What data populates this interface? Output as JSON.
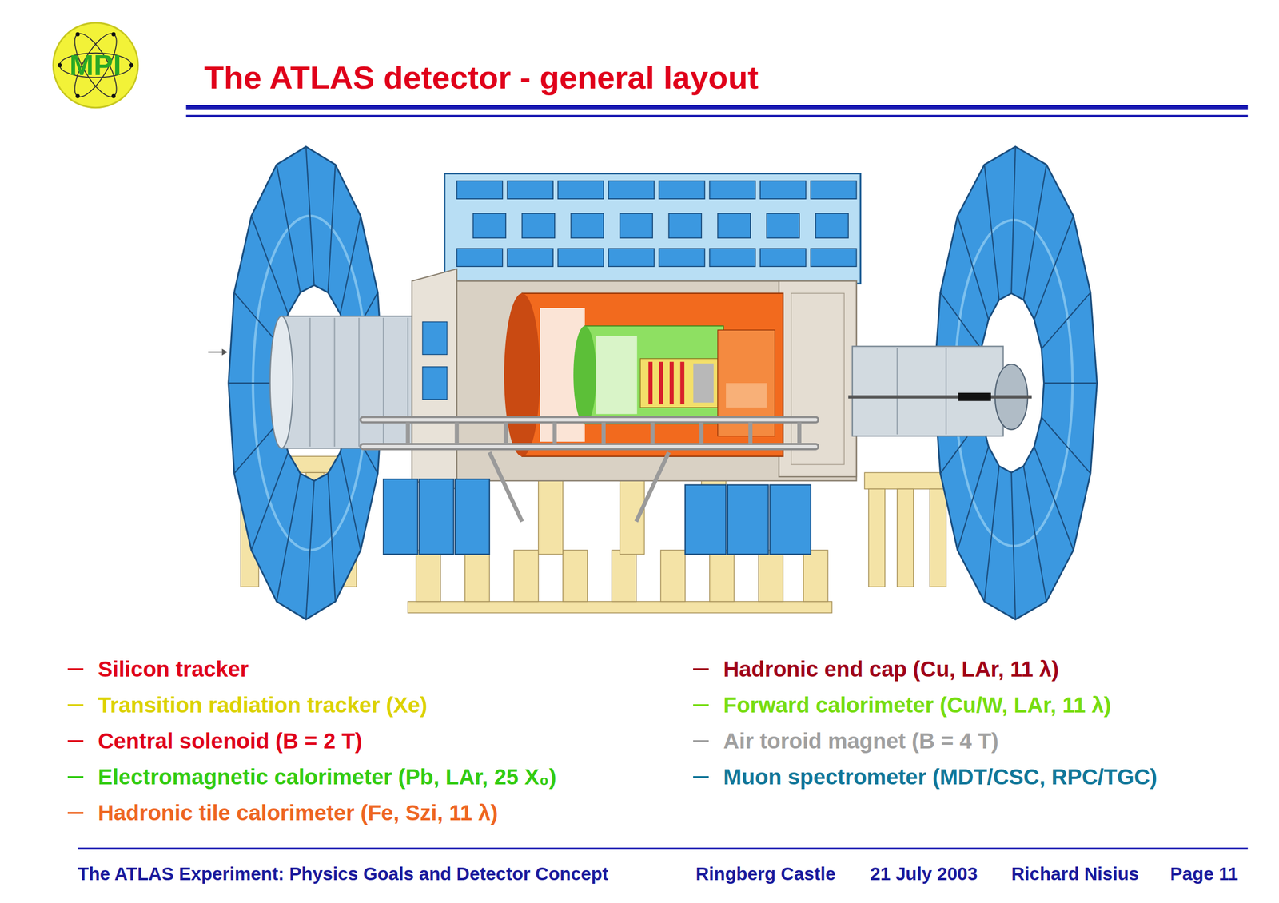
{
  "diagram": {
    "title": "The ATLAS detector - general layout",
    "labels": [
      "MPI",
      "The ATLAS Experiment: Physics Goals and Detector Concept",
      "Ringberg Castle",
      "21 July 2003",
      "Richard Nisius",
      "Page 11"
    ],
    "legend": [
      {
        "text": "Silicon tracker",
        "color": "#e0001a"
      },
      {
        "text": "Transition radiation tracker (Xe)",
        "color": "#dcd200"
      },
      {
        "text": "Central solenoid (B = 2 T)",
        "color": "#e0001a"
      },
      {
        "text": "Electromagnetic calorimeter (Pb, LAr, 25 X₀)",
        "color": "#33cc11"
      },
      {
        "text": "Hadronic tile calorimeter (Fe, Szi, 11 λ)",
        "color": "#ee6622"
      },
      {
        "text": "Hadronic end cap (Cu, LAr, 11 λ)",
        "color": "#a00018"
      },
      {
        "text": "Forward calorimeter (Cu/W, LAr, 11 λ)",
        "color": "#77dd11"
      },
      {
        "text": "Air toroid magnet (B = 4 T)",
        "color": "#a0a0a0"
      },
      {
        "text": "Muon spectrometer (MDT/CSC, RPC/TGC)",
        "color": "#117799"
      }
    ]
  }
}
